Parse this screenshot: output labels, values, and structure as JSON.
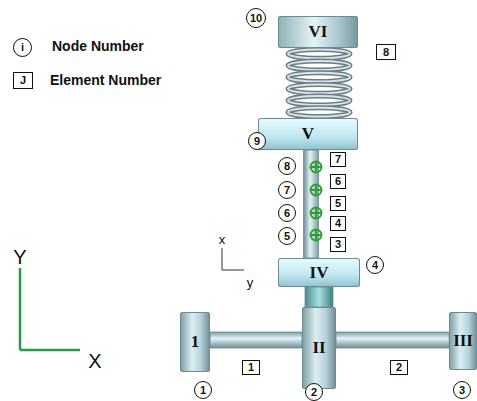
{
  "diagram": {
    "nodes": [
      {
        "text": [
          "1"
        ]
      },
      {
        "text": [
          "II"
        ]
      },
      {
        "text": [
          "III"
        ]
      },
      {
        "text": [
          "IV"
        ]
      },
      {
        "text": [
          "V"
        ]
      },
      {
        "text": [
          "VI"
        ]
      }
    ],
    "edges": [
      {
        "from": 0,
        "to": 1,
        "arrow": "none"
      },
      {
        "from": 1,
        "to": 2,
        "arrow": "none"
      },
      {
        "from": 1,
        "to": 3,
        "arrow": "none"
      },
      {
        "from": 3,
        "to": 4,
        "arrow": "none"
      },
      {
        "from": 4,
        "to": 5,
        "arrow": "none"
      }
    ],
    "labels": [
      "i",
      "J",
      "10",
      "9",
      "8",
      "7",
      "6",
      "5",
      "4",
      "1",
      "2",
      "3",
      "8",
      "7",
      "6",
      "5",
      "4",
      "3",
      "1",
      "2",
      "Y",
      "X",
      "x",
      "y"
    ],
    "legend": [
      {
        "text": "Node Number"
      },
      {
        "text": "Element Number"
      }
    ]
  }
}
